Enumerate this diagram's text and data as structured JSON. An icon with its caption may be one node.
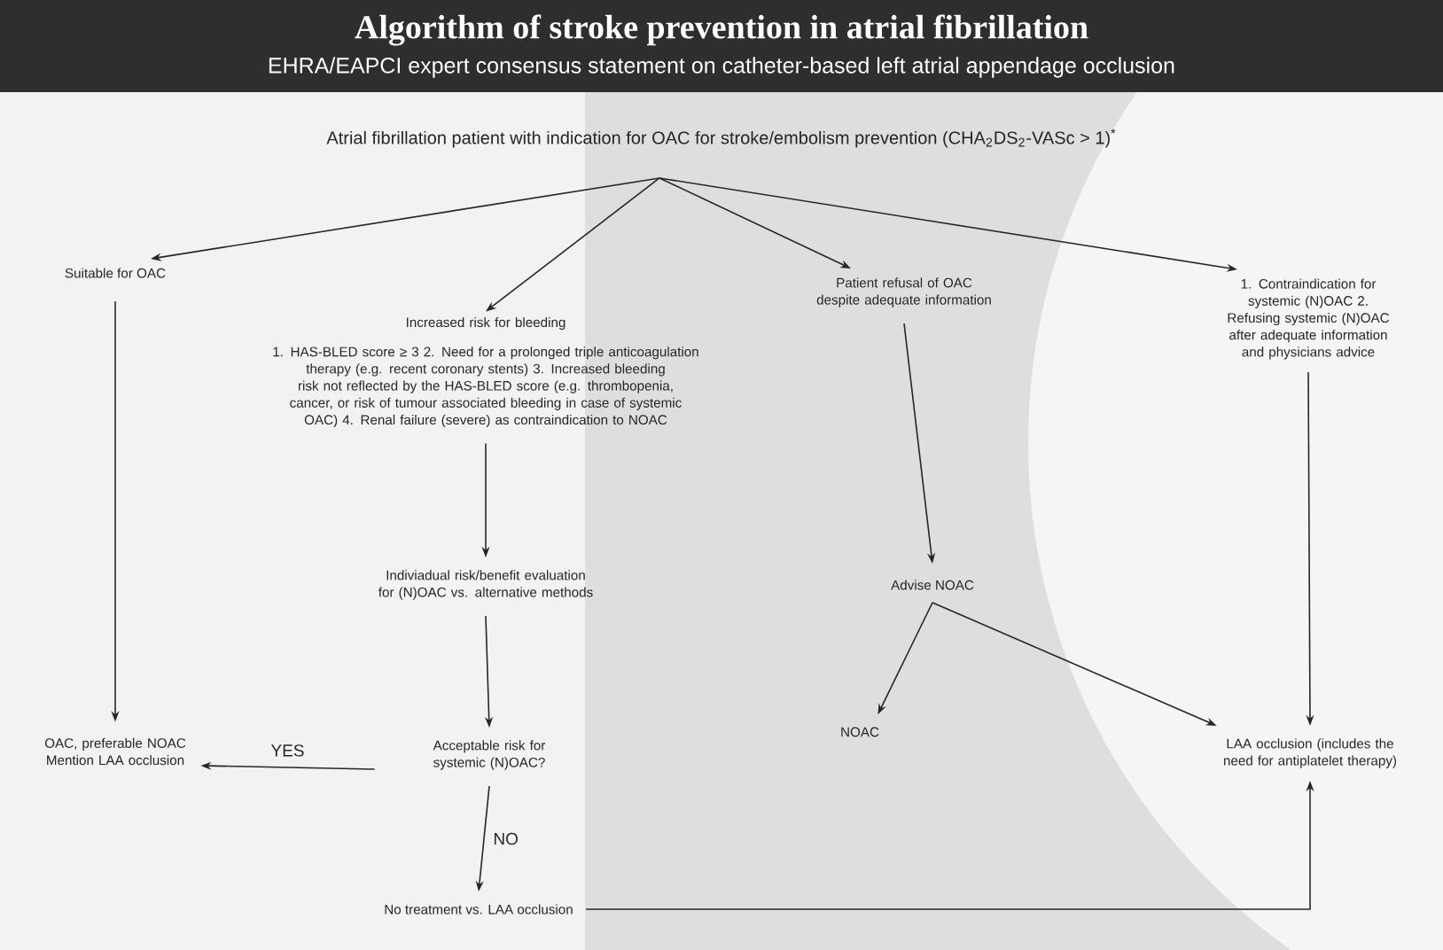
{
  "diagram": {
    "title": "Algorithm of stroke prevention in atrial fibrillation",
    "nodes": [
      {
        "text": [
          "Atrial fibrillation patient  with indication for OAC for stroke/embolism prevention (CHA$_{2}$DS$_{2}$-VASc > 1)$^{*}$"
        ]
      },
      {
        "text": [
          "Suitable for OAC"
        ]
      },
      {
        "text": [
          "Increased risk for bleeding",
          "1. HAS-BLED score ≥ 3 2. Need for a prolonged triple anticoagulation therapy (e.g. recent coronary stents) 3. Increased bleeding risk not reflected by the HAS-BLED score (e.g. thrombopenia, cancer, or risk of tumour associated bleeding in case of systemic OAC) 4. Renal failure (severe) as contraindication to NOAC"
        ]
      },
      {
        "text": [
          "Patient refusal of OAC despite adequate information"
        ]
      },
      {
        "text": [
          "1. Contraindication for systemic (N)OAC 2. Refusing systemic (N)OAC after adequate information and physicians advice"
        ]
      },
      {
        "text": [
          "Indiviadual risk/benefit evaluation for (N)OAC vs. alternative methods"
        ]
      },
      {
        "text": [
          "Advise NOAC"
        ]
      },
      {
        "text": [
          "OAC, preferable NOAC Mention LAA occlusion"
        ]
      },
      {
        "text": [
          "Acceptable risk for systemic (N)OAC?"
        ]
      },
      {
        "text": [
          "NOAC"
        ]
      },
      {
        "text": [
          "LAA occlusion (includes the need for antiplatelet therapy)"
        ]
      },
      {
        "text": [
          "No treatment vs. LAA occlusion"
        ]
      }
    ],
    "edges": [
      {
        "from": 0,
        "to": 1,
        "arrow": "to"
      },
      {
        "from": 0,
        "to": 2,
        "arrow": "to"
      },
      {
        "from": 0,
        "to": 3,
        "arrow": "to"
      },
      {
        "from": 0,
        "to": 4,
        "arrow": "to"
      },
      {
        "from": 1,
        "to": 7,
        "arrow": "to"
      },
      {
        "from": 2,
        "to": 5,
        "arrow": "to"
      },
      {
        "from": 3,
        "to": 6,
        "arrow": "to"
      },
      {
        "from": 4,
        "to": 10,
        "arrow": "to"
      },
      {
        "from": 5,
        "to": 8,
        "arrow": "to"
      },
      {
        "from": 6,
        "to": 9,
        "arrow": "to"
      },
      {
        "from": 6,
        "to": 10,
        "arrow": "to"
      },
      {
        "from": 8,
        "to": 7,
        "arrow": "to",
        "label": "YES"
      },
      {
        "from": 8,
        "to": 11,
        "arrow": "to",
        "label": "NO"
      },
      {
        "from": 11,
        "to": 10,
        "arrow": "to"
      }
    ],
    "labels": [
      "EHRA/EAPCI expert consensus statement on catheter-based left atrial appendage occlusion"
    ]
  }
}
